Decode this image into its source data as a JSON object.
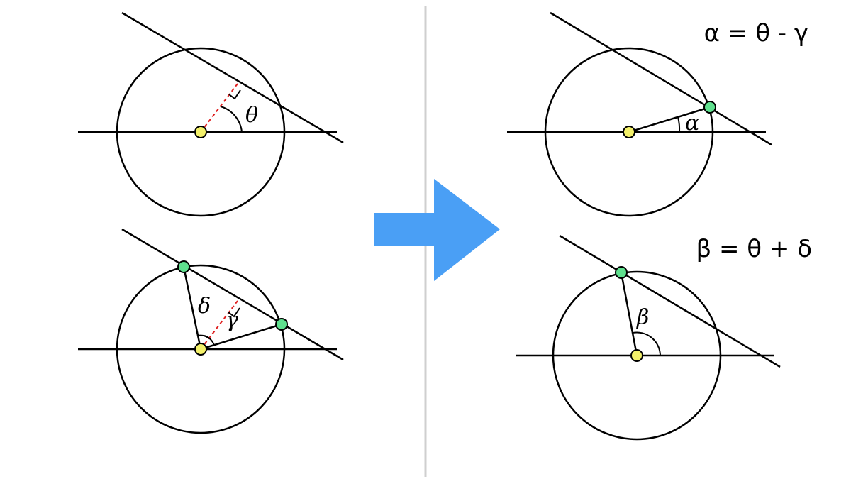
{
  "colors": {
    "background": "#ffffff",
    "center_point": "#f3f06a",
    "chord_point": "#5fe08e",
    "perpendicular": "#e02020",
    "arrow": "#4a9ff5",
    "divider": "#cfcfcf"
  },
  "panels": {
    "top_left": {
      "angle_label": "θ"
    },
    "bottom_left": {
      "angle_label_1": "δ",
      "angle_label_2": "γ"
    },
    "top_right": {
      "angle_label": "α",
      "formula": "α = θ - γ"
    },
    "bottom_right": {
      "angle_label": "β",
      "formula": "β = θ + δ"
    }
  },
  "icons": {
    "transition": "right-arrow-icon"
  }
}
